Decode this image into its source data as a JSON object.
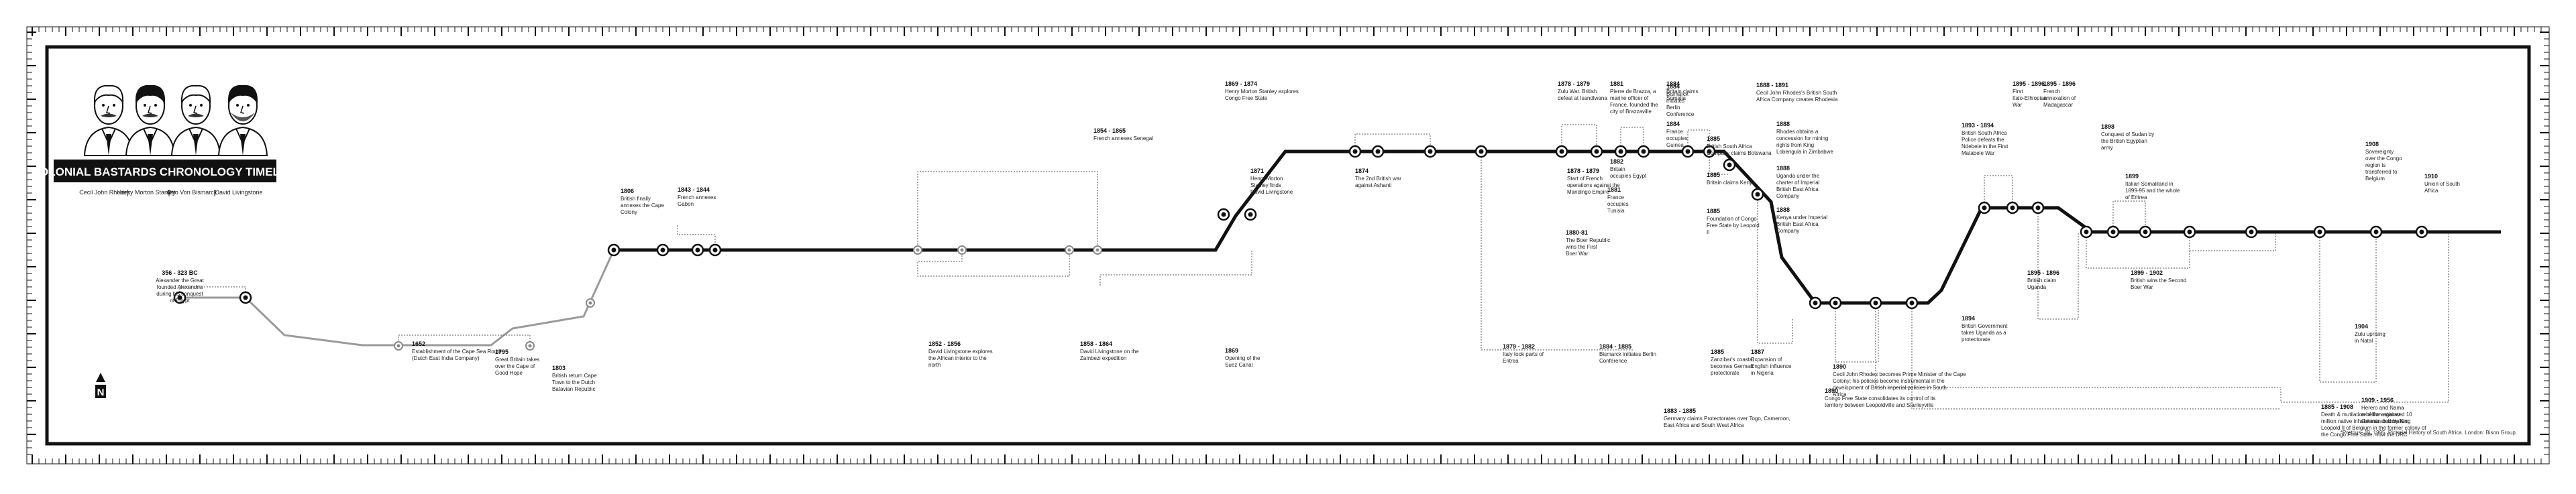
{
  "title": "COLONIAL BASTARDS CHRONOLOGY TIMELINE",
  "portraits": [
    {
      "name": "Cecil John Rhodes"
    },
    {
      "name": "Henry Morton Stanley"
    },
    {
      "name": "Otto Von Bismarck"
    },
    {
      "name": "David Livingstone"
    }
  ],
  "north_label": "N",
  "footnote": "*Pretrius, JB. 1995. Pictorial History of South Africa. London: Bison Group.",
  "colors": {
    "ink": "#111111",
    "line_light": "#9a9a9a",
    "dotted": "#555555"
  },
  "events": [
    {
      "date": "356 - 323 BC",
      "text": "Alexander the Great founded Alexandria during his conquest of Egypt"
    },
    {
      "date": "1652",
      "text": "Establishment of the Cape Sea Route (Dutch East India Company)"
    },
    {
      "date": "1795",
      "text": "Great Britain takes over the Cape of Good Hope"
    },
    {
      "date": "1803",
      "text": "British return Cape Town to the Dutch Batavian Republic"
    },
    {
      "date": "1806",
      "text": "British finally annexes the Cape Colony"
    },
    {
      "date": "1843 - 1844",
      "text": "French annexes Gabon"
    },
    {
      "date": "1852 - 1856",
      "text": "David Livingstone explores the African interior to the north"
    },
    {
      "date": "1858 - 1864",
      "text": "David Livingstone on the Zambezi expedition"
    },
    {
      "date": "1854 - 1865",
      "text": "French annexes Senegal"
    },
    {
      "date": "1869",
      "text": "Opening of the Suez Canal"
    },
    {
      "date": "1869 - 1874",
      "text": "Henry Morton Stanley explores Congo Free State"
    },
    {
      "date": "1871",
      "text": "Henry Morton Stanley finds David Livingstone"
    },
    {
      "date": "1874",
      "text": "The 2nd British war against Ashanti"
    },
    {
      "date": "1879 - 1882",
      "text": "Italy took parts of Eritrea"
    },
    {
      "date": "1878 - 1879",
      "text": "Zulu War. British defeat at Isandlwana"
    },
    {
      "date": "1878 - 1879",
      "text": "Start of French operations against the Mandingo Empire"
    },
    {
      "date": "1880-81",
      "text": "The Boer Republic wins the First Boer War"
    },
    {
      "date": "1881",
      "text": "France occupies Tunisia"
    },
    {
      "date": "1881",
      "text": "Pierre de Brazza, a marine officer of France, founded the city of Brazzaville"
    },
    {
      "date": "1882",
      "text": "Britain occupies Egypt"
    },
    {
      "date": "1884 - 1885",
      "text": "Bismarck initiates Berlin Conference"
    },
    {
      "date": "1883 - 1885",
      "text": "Germany claims Protectorates over Togo, Cameroon, East Africa and South West Africa"
    },
    {
      "date": "1884",
      "text": "Britain claims Somalia"
    },
    {
      "date": "1884",
      "text": "France occupies Guinea"
    },
    {
      "date": "1884",
      "text": "Bismarck initiates Berlin Conference"
    },
    {
      "date": "1885",
      "text": "British South Africa Company claims Botswana"
    },
    {
      "date": "1885",
      "text": "Britain claims Kenya"
    },
    {
      "date": "1885",
      "text": "Foundation of Congo Free State by Leopold II"
    },
    {
      "date": "1885",
      "text": "Zanzibar's coastal becomes German protectorate"
    },
    {
      "date": "1887",
      "text": "Expansion of English influence in Nigeria"
    },
    {
      "date": "1888 - 1891",
      "text": "Cecil John Rhodes's British South Africa Company creates Rhodesia"
    },
    {
      "date": "1888",
      "text": "Rhodes obtains a concession for mining rights from King Lobengula in Zimbabwe"
    },
    {
      "date": "1888",
      "text": "Uganda under the charter of Imperial British East Africa Company"
    },
    {
      "date": "1888",
      "text": "Kenya under Imperial British East Africa Company"
    },
    {
      "date": "1890",
      "text": "Cecil John Rhodes becomes Prime Minister of the Cape Colony; his policies become instrumental in the development of British imperial policies in South Africa"
    },
    {
      "date": "1890",
      "text": "Congo Free State consolidates its control of its territory between Leopoldville and Stanleyville"
    },
    {
      "date": "1893 - 1894",
      "text": "British South Africa Police defeats the Ndebele in the First Matabele War"
    },
    {
      "date": "1894",
      "text": "British Government takes Uganda as a protectorate"
    },
    {
      "date": "1895 - 1896",
      "text": "First Italo-Ethiopian War"
    },
    {
      "date": "1895 - 1896",
      "text": "French annexation of Madagascar"
    },
    {
      "date": "1895 - 1896",
      "text": "British claim Uganda"
    },
    {
      "date": "1885 - 1908",
      "text": "Death & mutilation of the estimated 10 million native inhabitants died by King Leopold II of Belgium in the former colony of the Congo Free State, now the DRC"
    },
    {
      "date": "1898",
      "text": "Conquest of Sudan by the British Egyptian army"
    },
    {
      "date": "1899",
      "text": "Italian Somaliland in 1899-95 and the whole of Eritrea"
    },
    {
      "date": "1899 - 1902",
      "text": "British wins the Second Boer War"
    },
    {
      "date": "1904",
      "text": "Zulu uprising in Natal"
    },
    {
      "date": "1908",
      "text": "Sovereignty over the Congo region is transferred to Belgium"
    },
    {
      "date": "1909 - 1956",
      "text": "Herero and Nama rebellion against German colonialism"
    },
    {
      "date": "1910",
      "text": "Union of South Africa"
    }
  ]
}
